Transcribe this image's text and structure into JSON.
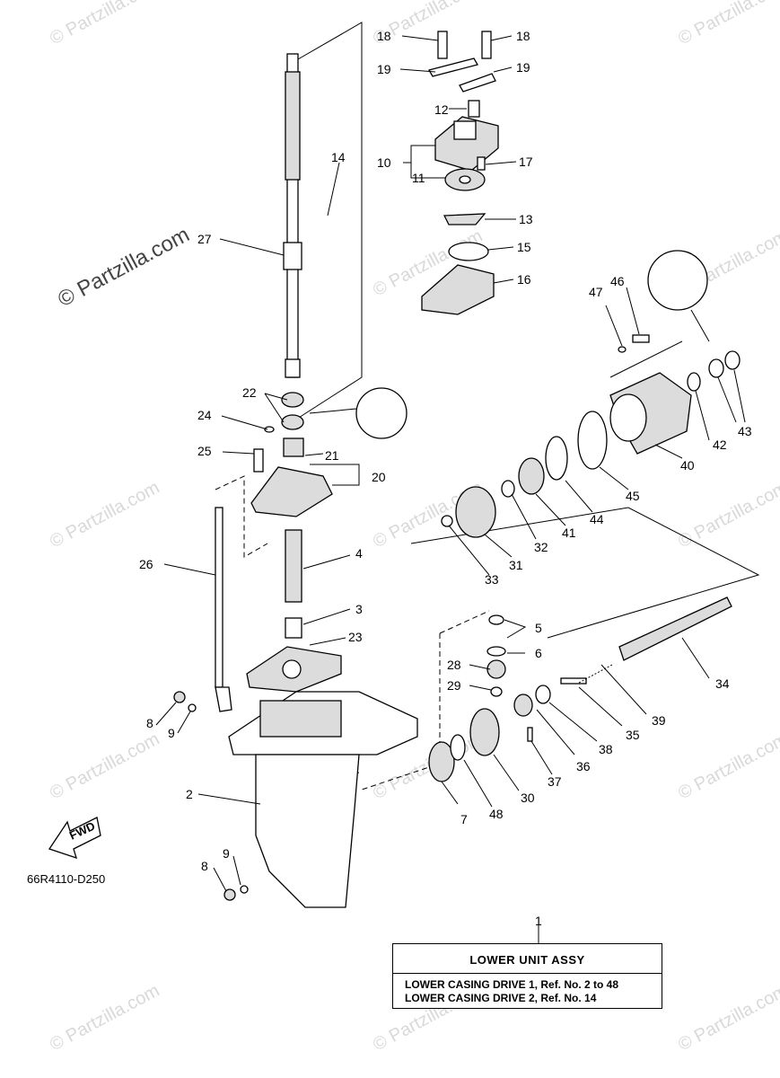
{
  "watermark": {
    "small": "© Partzilla.com",
    "large": "© Partzilla.com"
  },
  "diagram_code": "66R4110-D250",
  "fwd_label": "FWD",
  "callouts": [
    "1",
    "2",
    "3",
    "4",
    "5",
    "6",
    "7",
    "8",
    "8",
    "9",
    "9",
    "10",
    "11",
    "12",
    "13",
    "14",
    "15",
    "16",
    "17",
    "18",
    "18",
    "19",
    "19",
    "20",
    "21",
    "22",
    "23",
    "24",
    "25",
    "26",
    "27",
    "28",
    "29",
    "30",
    "31",
    "32",
    "33",
    "34",
    "35",
    "36",
    "37",
    "38",
    "39",
    "40",
    "41",
    "42",
    "43",
    "44",
    "45",
    "46",
    "47",
    "48"
  ],
  "assembly_box": {
    "title": "LOWER  UNIT ASSY",
    "lines": [
      "LOWER CASING DRIVE 1,  Ref. No. 2 to 48",
      "LOWER CASING DRIVE 2,  Ref. No. 14"
    ]
  }
}
